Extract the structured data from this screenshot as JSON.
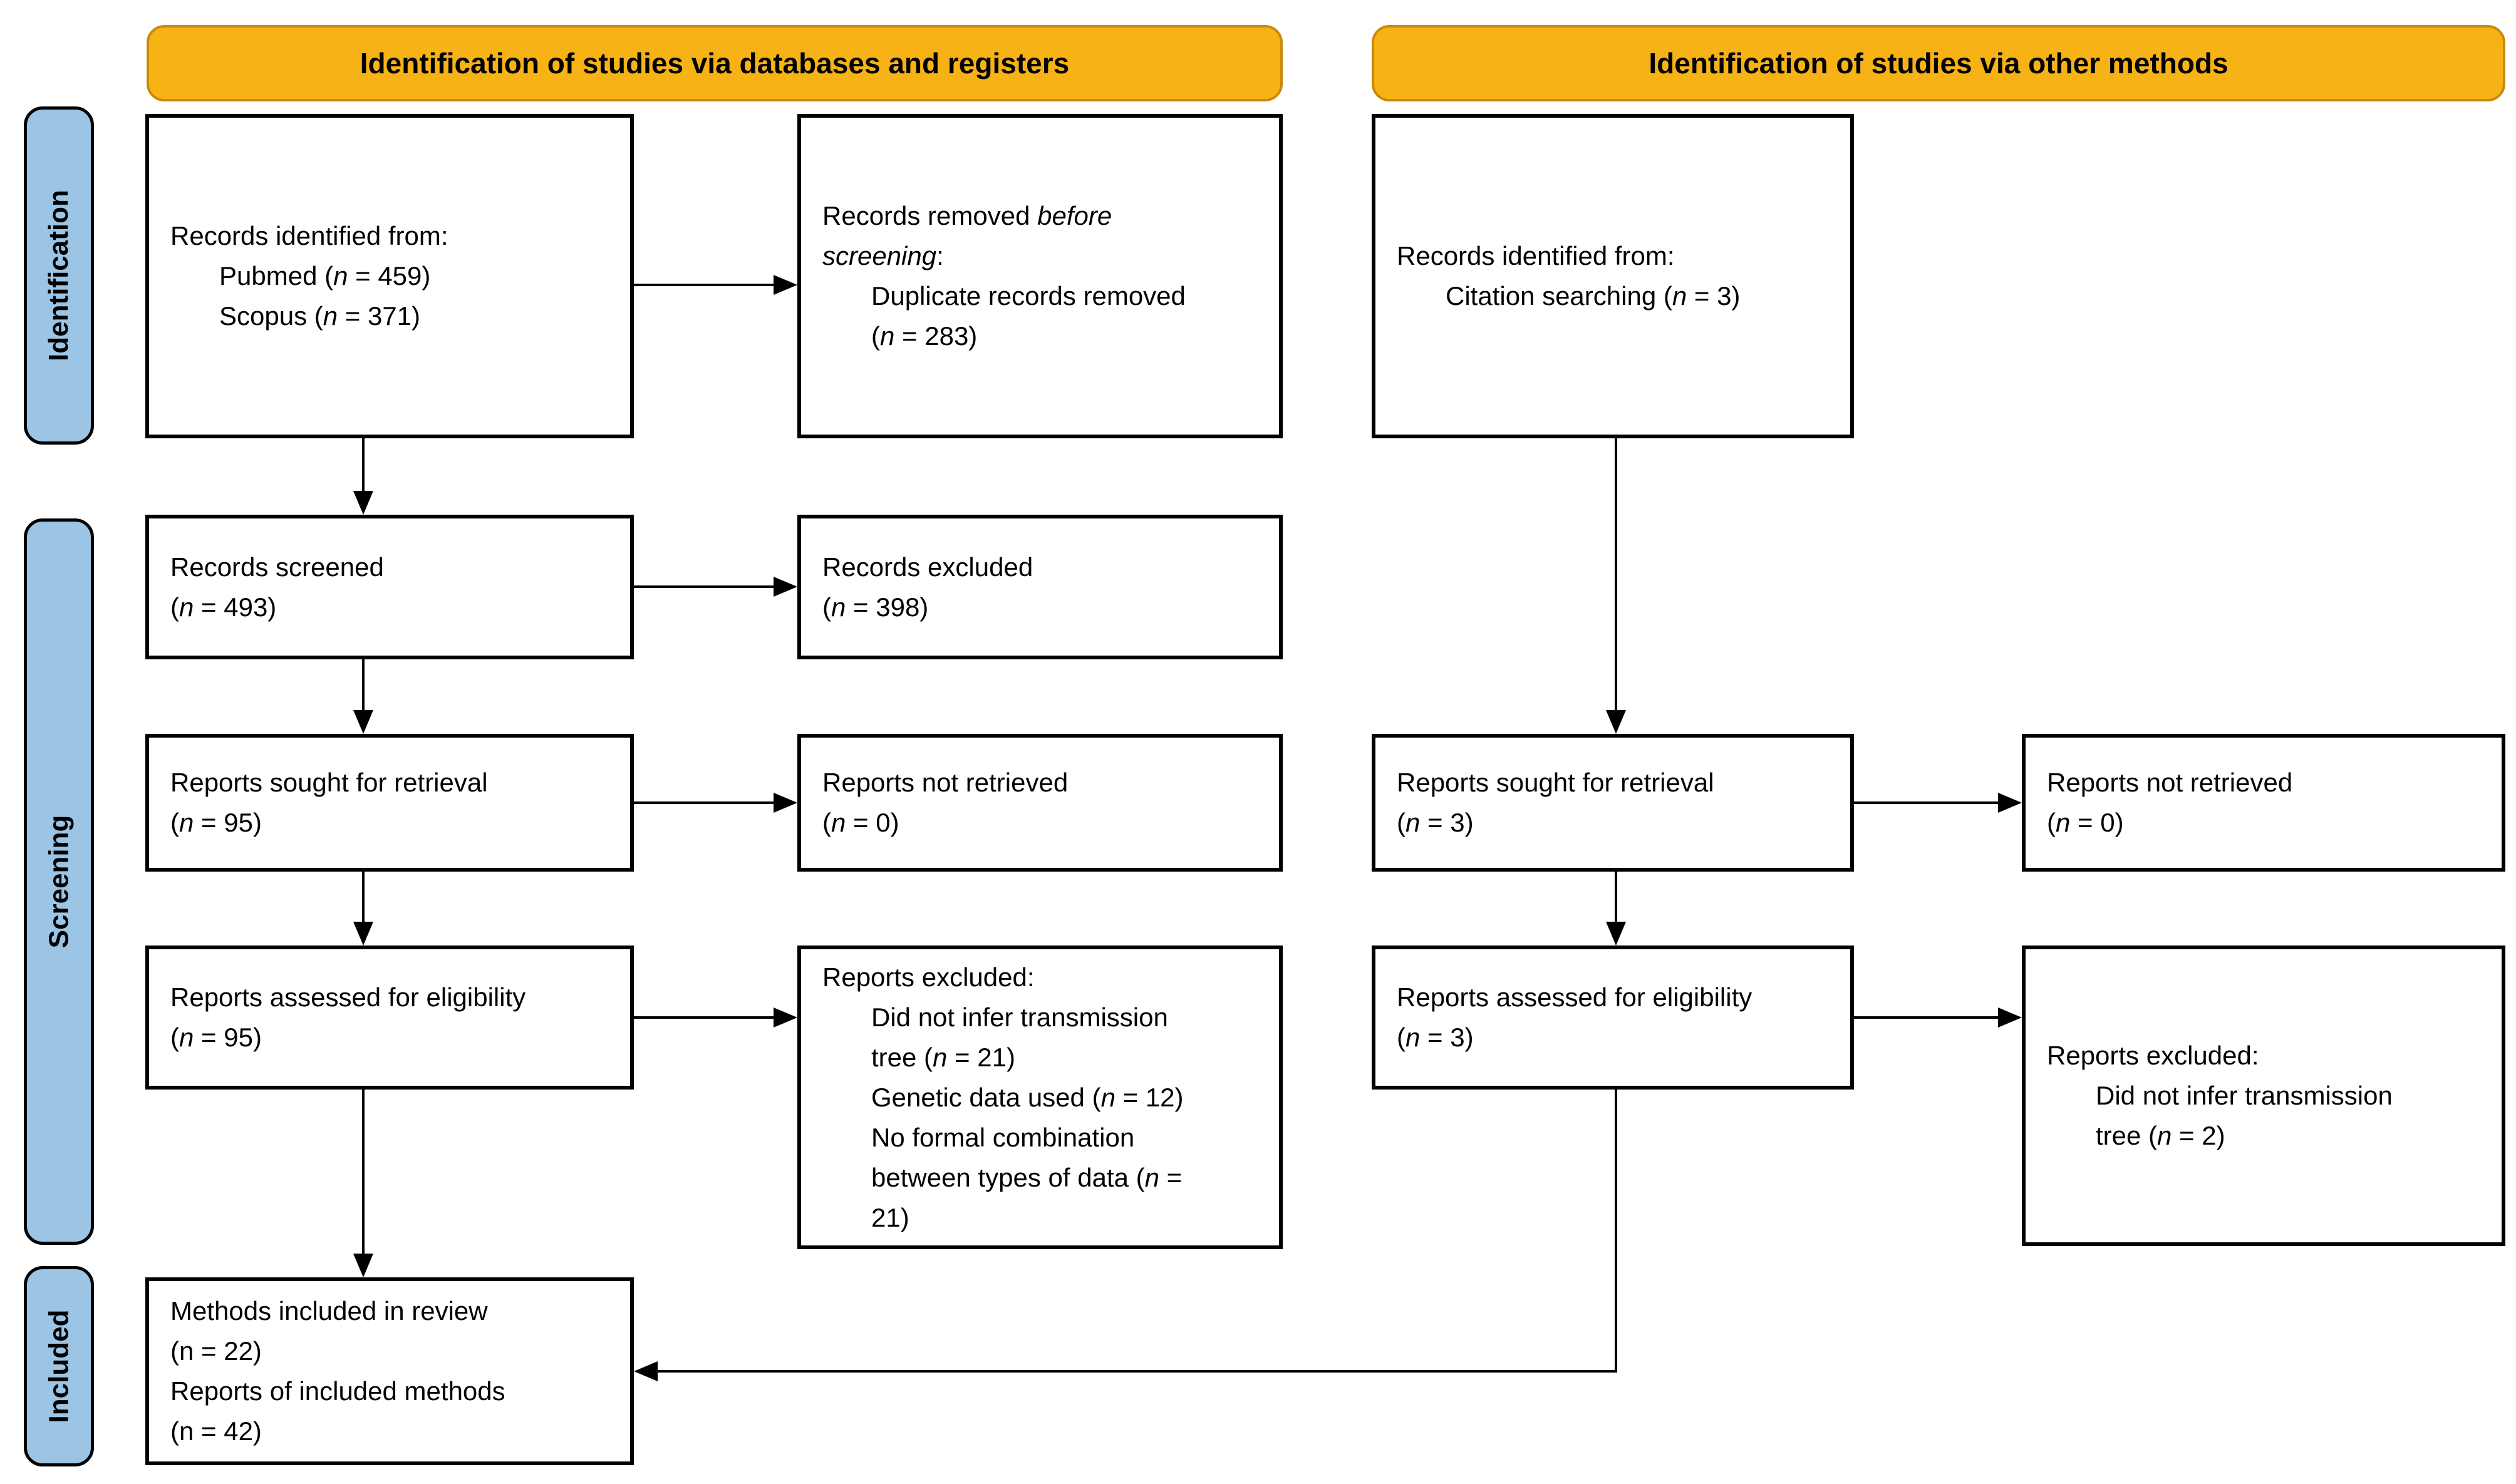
{
  "colors": {
    "banner": "#F7B216",
    "banner_border": "#C98A0B",
    "stage": "#9CC4E4",
    "line": "#000000",
    "box_border": "#000000",
    "background": "#FFFFFF"
  },
  "banners": [
    {
      "label": "Identification of studies via databases and registers"
    },
    {
      "label": "Identification of studies via other methods"
    }
  ],
  "stages": [
    {
      "label": "Identification"
    },
    {
      "label": "Screening"
    },
    {
      "label": "Included"
    }
  ],
  "boxes": {
    "identified_db": {
      "lines": [
        {
          "indent": 0,
          "segs": [
            {
              "t": "Records identified from:"
            }
          ]
        },
        {
          "indent": 1,
          "segs": [
            {
              "t": "Pubmed ("
            },
            {
              "t": "n",
              "i": true
            },
            {
              "t": " = 459)"
            }
          ]
        },
        {
          "indent": 1,
          "segs": [
            {
              "t": "Scopus ("
            },
            {
              "t": "n",
              "i": true
            },
            {
              "t": " = 371)"
            }
          ]
        }
      ]
    },
    "removed_before": {
      "lines": [
        {
          "indent": 0,
          "segs": [
            {
              "t": "Records removed "
            },
            {
              "t": "before",
              "i": true
            }
          ]
        },
        {
          "indent": 0,
          "segs": [
            {
              "t": "screening",
              "i": true
            },
            {
              "t": ":"
            }
          ]
        },
        {
          "indent": 1,
          "segs": [
            {
              "t": "Duplicate records removed"
            }
          ]
        },
        {
          "indent": 1,
          "segs": [
            {
              "t": "("
            },
            {
              "t": "n",
              "i": true
            },
            {
              "t": " = 283)"
            }
          ]
        }
      ]
    },
    "identified_other": {
      "lines": [
        {
          "indent": 0,
          "segs": [
            {
              "t": "Records identified from:"
            }
          ]
        },
        {
          "indent": 1,
          "segs": [
            {
              "t": "Citation searching ("
            },
            {
              "t": "n",
              "i": true
            },
            {
              "t": " = 3)"
            }
          ]
        }
      ]
    },
    "screened": {
      "lines": [
        {
          "indent": 0,
          "segs": [
            {
              "t": "Records screened"
            }
          ]
        },
        {
          "indent": 0,
          "segs": [
            {
              "t": "("
            },
            {
              "t": "n",
              "i": true
            },
            {
              "t": " = 493)"
            }
          ]
        }
      ]
    },
    "records_excluded": {
      "lines": [
        {
          "indent": 0,
          "segs": [
            {
              "t": "Records excluded"
            }
          ]
        },
        {
          "indent": 0,
          "segs": [
            {
              "t": "("
            },
            {
              "t": "n",
              "i": true
            },
            {
              "t": " = 398)"
            }
          ]
        }
      ]
    },
    "sought_db": {
      "lines": [
        {
          "indent": 0,
          "segs": [
            {
              "t": "Reports sought for retrieval"
            }
          ]
        },
        {
          "indent": 0,
          "segs": [
            {
              "t": "("
            },
            {
              "t": "n",
              "i": true
            },
            {
              "t": " = 95)"
            }
          ]
        }
      ]
    },
    "not_retrieved_db": {
      "lines": [
        {
          "indent": 0,
          "segs": [
            {
              "t": "Reports not retrieved"
            }
          ]
        },
        {
          "indent": 0,
          "segs": [
            {
              "t": "("
            },
            {
              "t": "n",
              "i": true
            },
            {
              "t": " = 0)"
            }
          ]
        }
      ]
    },
    "sought_other": {
      "lines": [
        {
          "indent": 0,
          "segs": [
            {
              "t": "Reports sought for retrieval"
            }
          ]
        },
        {
          "indent": 0,
          "segs": [
            {
              "t": "("
            },
            {
              "t": "n",
              "i": true
            },
            {
              "t": " = 3)"
            }
          ]
        }
      ]
    },
    "not_retrieved_other": {
      "lines": [
        {
          "indent": 0,
          "segs": [
            {
              "t": "Reports not retrieved"
            }
          ]
        },
        {
          "indent": 0,
          "segs": [
            {
              "t": "("
            },
            {
              "t": "n",
              "i": true
            },
            {
              "t": " = 0)"
            }
          ]
        }
      ]
    },
    "assessed_db": {
      "lines": [
        {
          "indent": 0,
          "segs": [
            {
              "t": "Reports assessed for eligibility"
            }
          ]
        },
        {
          "indent": 0,
          "segs": [
            {
              "t": "("
            },
            {
              "t": "n",
              "i": true
            },
            {
              "t": " = 95)"
            }
          ]
        }
      ]
    },
    "excluded_reasons_db": {
      "lines": [
        {
          "indent": 0,
          "segs": [
            {
              "t": "Reports excluded:"
            }
          ]
        },
        {
          "indent": 1,
          "segs": [
            {
              "t": "Did not infer transmission"
            }
          ]
        },
        {
          "indent": 1,
          "segs": [
            {
              "t": "tree ("
            },
            {
              "t": "n",
              "i": true
            },
            {
              "t": " = 21)"
            }
          ]
        },
        {
          "indent": 1,
          "segs": [
            {
              "t": "Genetic data used ("
            },
            {
              "t": "n",
              "i": true
            },
            {
              "t": " = 12)"
            }
          ]
        },
        {
          "indent": 1,
          "segs": [
            {
              "t": "No formal combination"
            }
          ]
        },
        {
          "indent": 1,
          "segs": [
            {
              "t": "between types of data ("
            },
            {
              "t": "n",
              "i": true
            },
            {
              "t": " ="
            }
          ]
        },
        {
          "indent": 1,
          "segs": [
            {
              "t": "21)"
            }
          ]
        }
      ]
    },
    "assessed_other": {
      "lines": [
        {
          "indent": 0,
          "segs": [
            {
              "t": "Reports assessed for eligibility"
            }
          ]
        },
        {
          "indent": 0,
          "segs": [
            {
              "t": "("
            },
            {
              "t": "n",
              "i": true
            },
            {
              "t": " = 3)"
            }
          ]
        }
      ]
    },
    "excluded_reasons_other": {
      "lines": [
        {
          "indent": 0,
          "segs": [
            {
              "t": "Reports excluded:"
            }
          ]
        },
        {
          "indent": 1,
          "segs": [
            {
              "t": "Did not infer transmission"
            }
          ]
        },
        {
          "indent": 1,
          "segs": [
            {
              "t": "tree ("
            },
            {
              "t": "n",
              "i": true
            },
            {
              "t": " = 2)"
            }
          ]
        }
      ]
    },
    "included": {
      "lines": [
        {
          "indent": 0,
          "segs": [
            {
              "t": "Methods included in review"
            }
          ]
        },
        {
          "indent": 0,
          "segs": [
            {
              "t": "(n = 22)"
            }
          ]
        },
        {
          "indent": 0,
          "segs": [
            {
              "t": "Reports of included methods"
            }
          ]
        },
        {
          "indent": 0,
          "segs": [
            {
              "t": "(n = 42)"
            }
          ]
        }
      ]
    }
  }
}
